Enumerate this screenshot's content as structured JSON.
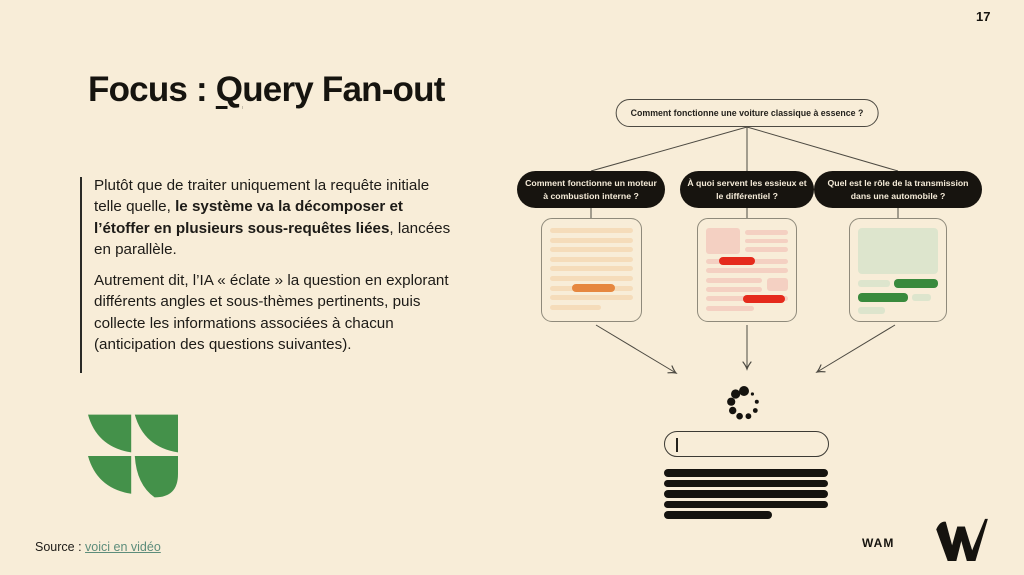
{
  "page": {
    "number": "17"
  },
  "title": {
    "prefix": "Focus : ",
    "underlined": "Q",
    "rest": "uery Fan-out"
  },
  "body": {
    "p1_before": "Plutôt que de traiter uniquement la requête initiale telle quelle, ",
    "p1_bold": "le système va la décomposer et l’étoffer en plusieurs sous-requêtes liées",
    "p1_after": ", lancées en parallèle.",
    "p2": "Autrement dit, l’IA « éclate » la question en explorant différents angles et sous-thèmes pertinents, puis collecte les informations associées à chacun (anticipation des questions suivantes)."
  },
  "diagram": {
    "root_query": "Comment fonctionne une voiture classique à essence ?",
    "sub_queries": [
      "Comment fonctionne un moteur à combustion interne ?",
      "À quoi servent les essieux et le différentiel ?",
      "Quel est le rôle de la transmission dans une automobile ?"
    ],
    "card_accents": [
      "#e6873f",
      "#e52a1c",
      "#398a3d"
    ]
  },
  "footer": {
    "source_label": "Source : ",
    "source_link": "voici en vidéo",
    "brand": "WAM"
  },
  "colors": {
    "background": "#f8edd8",
    "ink": "#16140f",
    "logo_green": "#44914a",
    "link": "#5d8d7b",
    "accent_orange": "#e6873f",
    "accent_red": "#e52a1c",
    "accent_green": "#398a3d"
  }
}
